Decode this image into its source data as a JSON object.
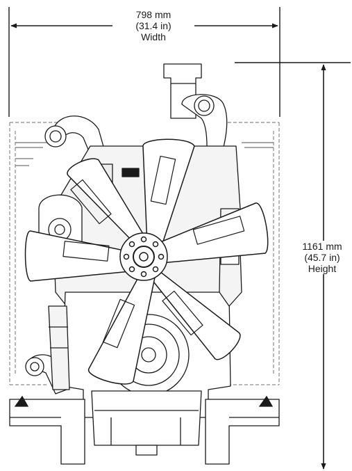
{
  "dimensions": {
    "width": {
      "metric": "798 mm",
      "imperial": "(31.4 in)",
      "label": "Width"
    },
    "height": {
      "metric": "1161 mm",
      "imperial": "(45.7 in)",
      "label": "Height"
    }
  },
  "colors": {
    "line": "#1a1a1a",
    "dashed": "#8a8a8a",
    "fill": "#ffffff",
    "shade": "#ececec"
  }
}
